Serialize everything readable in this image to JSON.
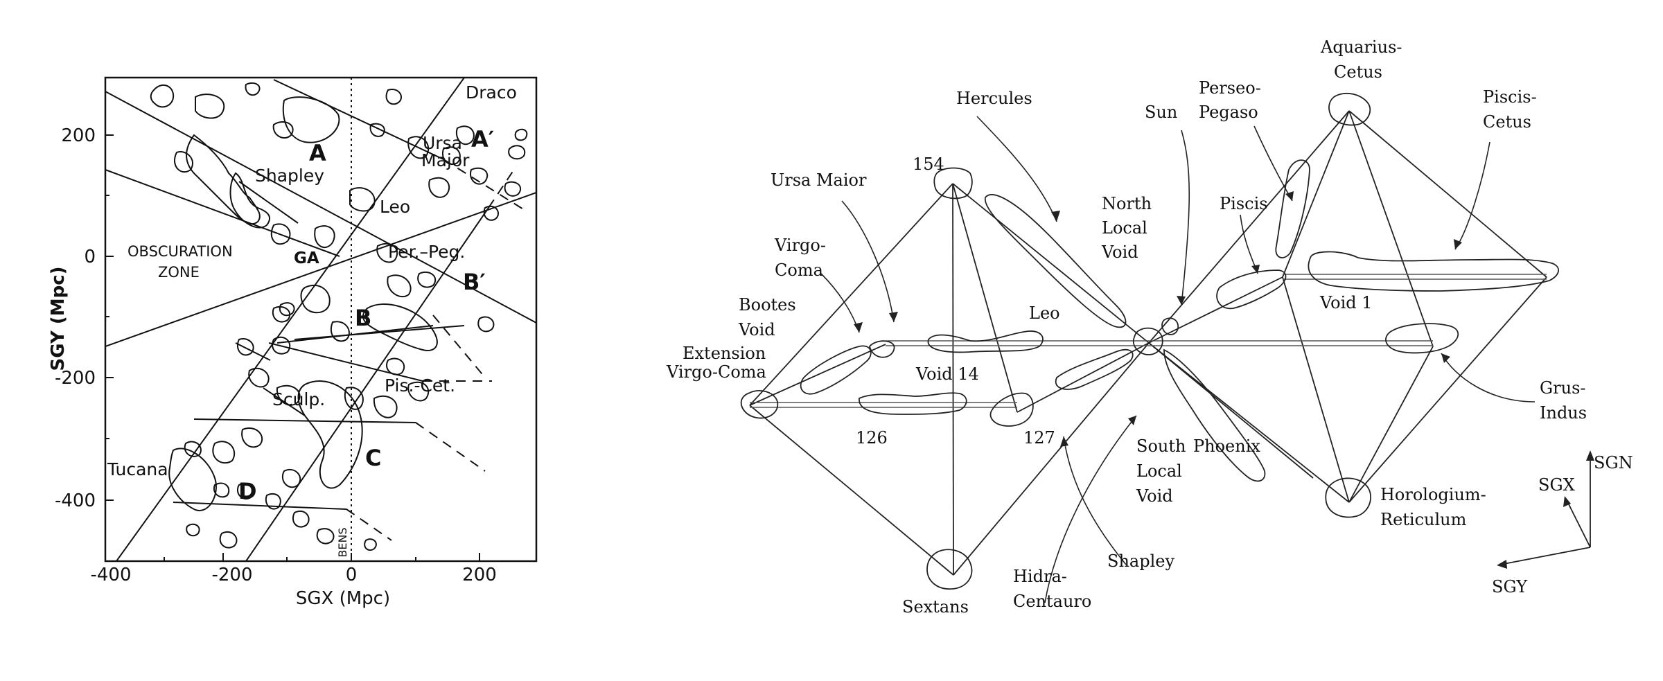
{
  "left_panel": {
    "x_axis_label": "SGX (Mpc)",
    "y_axis_label": "SGY (Mpc)",
    "x_ticks": [
      "-400",
      "-200",
      "0",
      "200"
    ],
    "y_ticks": [
      "200",
      "0",
      "-200",
      "-400"
    ],
    "labels": {
      "draco": "Draco",
      "a": "A",
      "a_prime": "A′",
      "ursa": "Ursa",
      "major": "Major",
      "shapley": "Shapley",
      "leo": "Leo",
      "obscuration": "OBSCURATION",
      "zone": "ZONE",
      "ga": "GA",
      "per_peg": "Per.–Peg.",
      "b_prime": "B′",
      "b": "B",
      "pis_cet": "Pis.-Cet.",
      "sculp": "Sculp.",
      "c": "C",
      "tucana": "Tucana",
      "d": "D",
      "bens": "BENS"
    }
  },
  "right_panel": {
    "labels": {
      "aquarius": "Aquarius-",
      "cetus": "Cetus",
      "perseo": "Perseo-",
      "pegaso": "Pegaso",
      "piscis_cetus_1": "Piscis-",
      "piscis_cetus_2": "Cetus",
      "hercules": "Hercules",
      "sun": "Sun",
      "n154": "154",
      "ursa_maior": "Ursa Maior",
      "north_local_1": "North",
      "north_local_2": "Local",
      "north_local_3": "Void",
      "piscis": "Piscis",
      "virgo_coma_1": "Virgo-",
      "virgo_coma_2": "Coma",
      "bootes_1": "Bootes",
      "bootes_2": "Void",
      "leo": "Leo",
      "void1": "Void 1",
      "ext_1": "Extension",
      "ext_2": "Virgo-Coma",
      "void14": "Void 14",
      "grus_1": "Grus-",
      "grus_2": "Indus",
      "n126": "126",
      "n127": "127",
      "south_local_1": "South",
      "south_local_2": "Local",
      "south_local_3": "Void",
      "phoenix": "Phoenix",
      "sgn": "SGN",
      "sgx": "SGX",
      "horologium_1": "Horologium-",
      "horologium_2": "Reticulum",
      "sgy": "SGY",
      "sextans": "Sextans",
      "hidra_1": "Hidra-",
      "hidra_2": "Centauro",
      "shapley": "Shapley"
    }
  }
}
